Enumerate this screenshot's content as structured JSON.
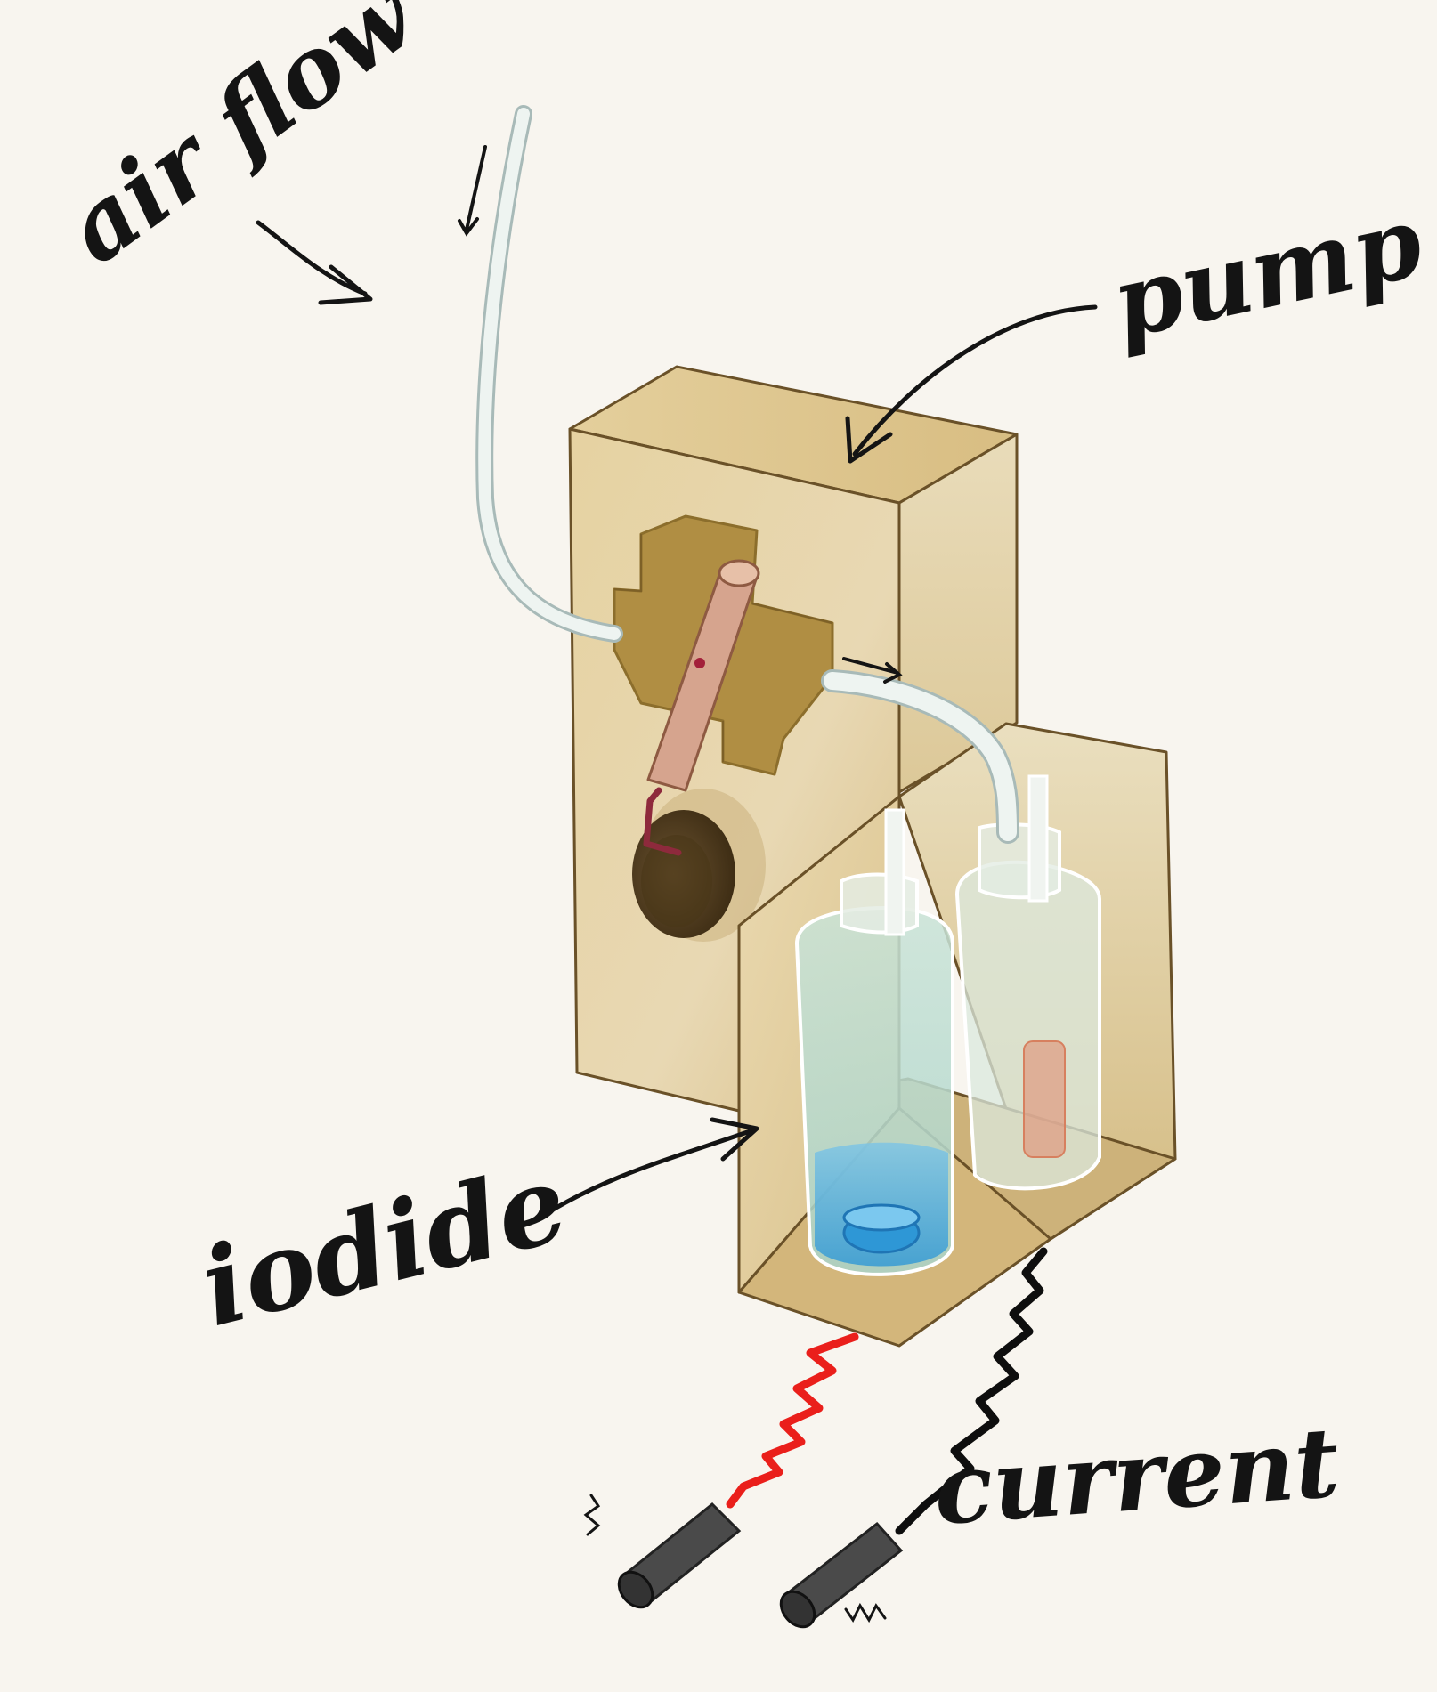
{
  "labels": {
    "air_flow": "air flow",
    "pump": "pump",
    "iodide": "iodide",
    "current": "current"
  },
  "colors": {
    "background": "#f8f5ef",
    "box": "#e2cfa2",
    "box_edge": "#6a5128",
    "cross": "#b08e43",
    "pin": "#d6a48e",
    "pin_mark": "#a3203a",
    "lever": "#8e2a3c",
    "knob": "#55401f",
    "tube": "#eef4f1",
    "tube_edge": "#a8bab8",
    "liquid": "#9ccfc8",
    "blue_liquid": "#34a3de",
    "red_fill": "#e1957b",
    "red_wire": "#ea1f1b",
    "black_wire": "#0e0e0e",
    "electrode": "#4a4a4a",
    "ink": "#141414"
  }
}
